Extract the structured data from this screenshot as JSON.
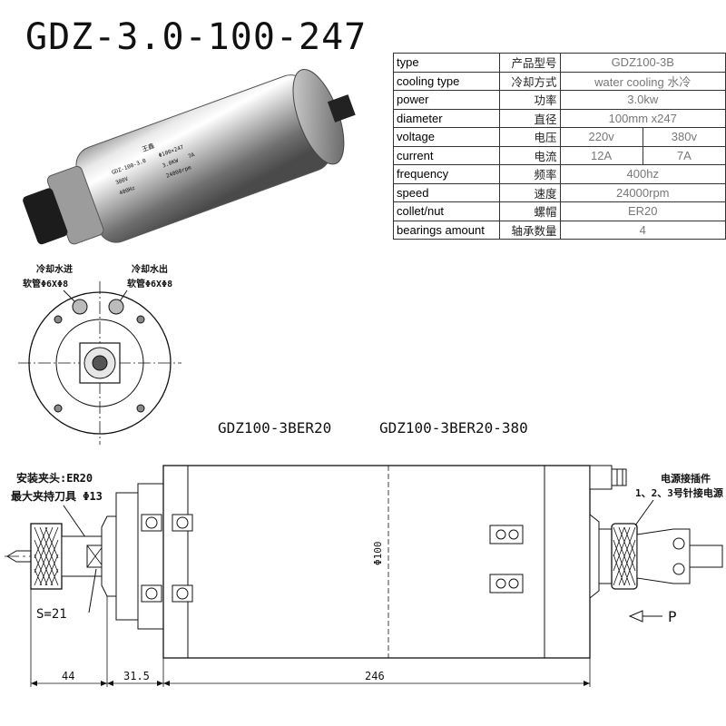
{
  "title": "GDZ-3.0-100-247",
  "spindle_label": {
    "brand": "王鑫",
    "line1": "GDZ-100-3.0",
    "line2": "Φ100×247",
    "line3": "380V",
    "line4": "3.0KW",
    "line5": "7A",
    "line6": "400Hz",
    "line7": "24000rpm"
  },
  "spec_table": [
    {
      "en": "type",
      "zh": "产品型号",
      "value": "GDZ100-3B"
    },
    {
      "en": "cooling type",
      "zh": "冷却方式",
      "value": "water cooling 水冷"
    },
    {
      "en": "power",
      "zh": "功率",
      "value": "3.0kw"
    },
    {
      "en": "diameter",
      "zh": "直径",
      "value": "100mm x247"
    },
    {
      "en": "voltage",
      "zh": "电压",
      "values": [
        "220v",
        "380v"
      ]
    },
    {
      "en": "current",
      "zh": "电流",
      "values": [
        "12A",
        "7A"
      ]
    },
    {
      "en": "frequency",
      "zh": "频率",
      "value": "400hz"
    },
    {
      "en": "speed",
      "zh": "速度",
      "value": "24000rpm"
    },
    {
      "en": "collet/nut",
      "zh": "螺帽",
      "value": "ER20"
    },
    {
      "en": "bearings amount",
      "zh": "轴承数量",
      "value": "4"
    }
  ],
  "front_view": {
    "water_in": "冷却水进",
    "water_in_hose": "软管Φ6XΦ8",
    "water_out": "冷却水出",
    "water_out_hose": "软管Φ6XΦ8"
  },
  "models": [
    "GDZ100-3BER20",
    "GDZ100-3BER20-380"
  ],
  "side_view": {
    "collet_label": "安装夹头:ER20",
    "max_tool_label": "最大夹持刀具 Φ13",
    "wrench_label": "S=21",
    "diameter_label": "Φ100",
    "connector_label1": "电源接插件",
    "connector_label2": "1、2、3号针接电源",
    "arrow_label": "P",
    "dim_44": "44",
    "dim_31_5": "31.5",
    "dim_246": "246"
  }
}
